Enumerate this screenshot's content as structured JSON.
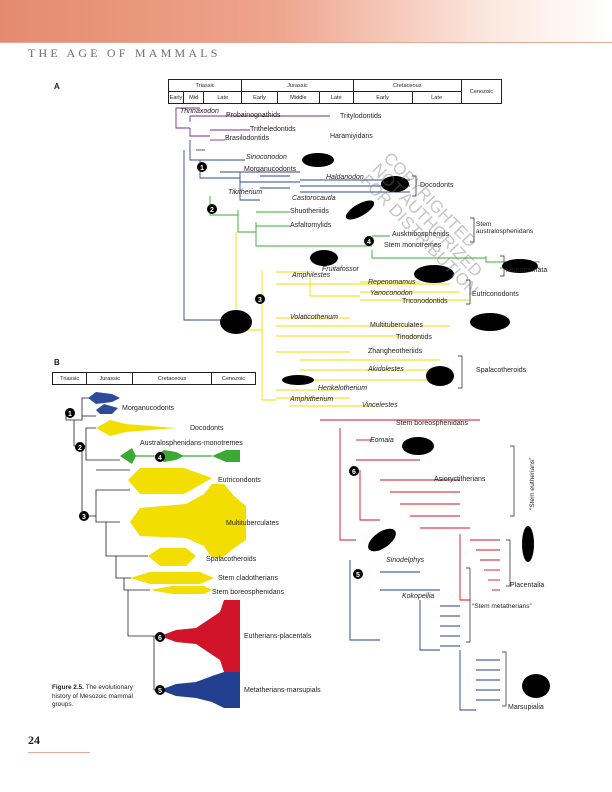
{
  "header": {
    "running_title": "THE AGE OF MAMMALS",
    "page_number": "24"
  },
  "panel_a": {
    "letter": "A",
    "periods": [
      "Triassic",
      "Jurassic",
      "Cretaceous",
      "Cenozoic"
    ],
    "epochs": [
      "Early",
      "Mid",
      "Late",
      "Early",
      "Middle",
      "Late",
      "Early",
      "Late"
    ],
    "labels": {
      "thrinaxodon": "Thrinaxodon",
      "probainognathids": "Probainognathids",
      "tritylodontids": "Tritylodontids",
      "tritheledontids": "Tritheledontids",
      "brasilodontids": "Brasilodontids",
      "haramiyidans": "Haramiyidans",
      "sinoconodon": "Sinoconodon",
      "morganucodonts": "Morganucodonts",
      "haldanodon": "Haldanodon",
      "docodonts": "Docodonts",
      "tikitherium": "Tikitherium",
      "castorocauda": "Castorocauda",
      "shuotheriids": "Shuotheriids",
      "asfaltomylids": "Asfaltomylids",
      "ausktribosphenids": "Ausktribosphenids",
      "stem_monotremes": "Stem monotremes",
      "stem_australosphenidans": "Stem australosphenidans",
      "monotremata": "Monotremata",
      "fruitafossor": "Fruitafossor",
      "amphilestes": "Amphilestes",
      "repenomamus": "Repenomamus",
      "yanoconodon": "Yanoconodon",
      "triconodontids": "Triconodontids",
      "eutriconodonts": "Eutriconodonts",
      "volaticotherium": "Volaticotherium",
      "multituberculates": "Multituberculates",
      "tinodontids": "Tinodontids",
      "zhangheotheriids": "Zhangheotheriids",
      "akidolestes": "Akidolestes",
      "spalacotheroids": "Spalacotheroids",
      "henkelotherium": "Henkelotherium",
      "amphitherium": "Amphitherium",
      "vincelestes": "Vincelestes",
      "stem_boreosphenidans": "Stem boreosphenidans",
      "eomaia": "Eomaia",
      "asioryctitherians": "Asioryctitherians",
      "stem_eutherians": "“Stem eutherians”",
      "sinodelphys": "Sinodelphys",
      "placentalia": "Placentalia",
      "kokopellia": "Kokopellia",
      "stem_metatherians": "“Stem metatherians”",
      "marsupialia": "Marsupialia"
    },
    "node_numbers": [
      "1",
      "2",
      "3",
      "4",
      "5",
      "6"
    ]
  },
  "panel_b": {
    "letter": "B",
    "periods": [
      "Triassic",
      "Jurassic",
      "Cretaceous",
      "Cenozoic"
    ],
    "labels": {
      "morganucodonts": "Morganucodonts",
      "docodonts": "Docodonts",
      "australosphenidans": "Australosphenidans-monotremes",
      "eutriconodonts": "Eutricondonts",
      "multituberculates": "Multituberculates",
      "spalacotheroids": "Spalacotheroids",
      "stem_cladotherians": "Stem cladotherians",
      "stem_boreosphenidans": "Stem boreosphenidans",
      "eutherians": "Eutherians-placentals",
      "metatherians": "Metatherians-marsupials"
    }
  },
  "caption": {
    "figure": "Figure 2.5.",
    "text": "The evolutionary history of Mesozoic mammal groups."
  },
  "watermark": {
    "text": "COPYRIGHTED\nNOT AUTHORIZED\nFOR DISTRIBUTION"
  },
  "colors": {
    "purple": "#7b2d8e",
    "blue": "#2e4a9a",
    "green": "#3aaa35",
    "yellow": "#f2de00",
    "red": "#d2142a",
    "navy": "#233f8f",
    "header": "#e48b6f"
  }
}
